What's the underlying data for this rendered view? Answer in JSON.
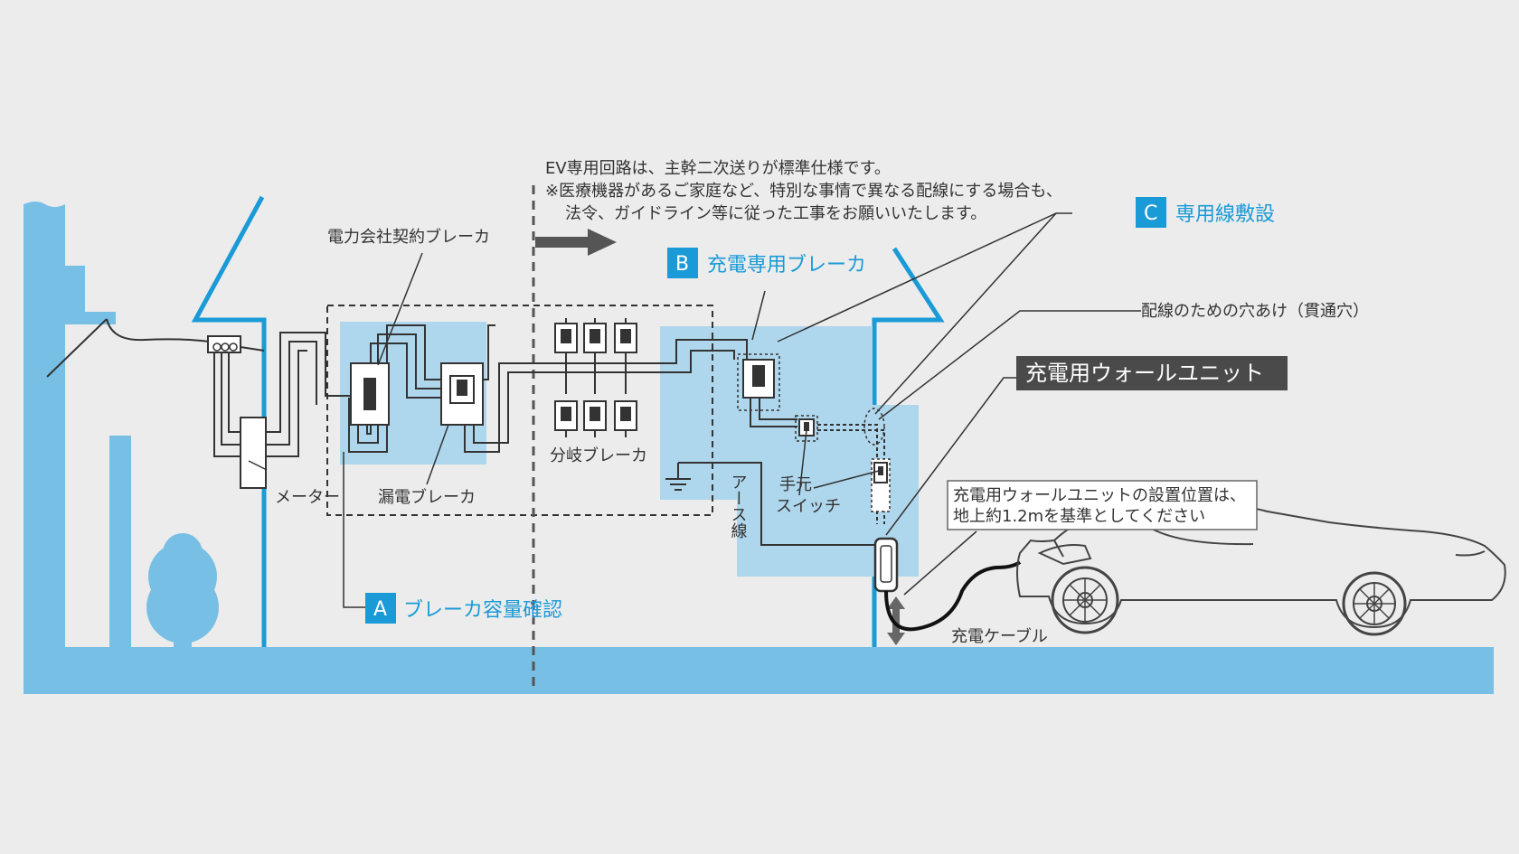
{
  "colors": {
    "background": "#ececec",
    "building_blue": "#78bfe6",
    "accent_blue": "#1a9ad6",
    "highlight_blue": "#aed6ec",
    "wire": "#333333",
    "dark_label_bg": "#4a4a4a"
  },
  "note": {
    "line1": "EV専用回路は、主幹二次送りが標準仕様です。",
    "line2": "※医療機器があるご家庭など、特別な事情で異なる配線にする場合も、",
    "line3": "法令、ガイドライン等に従った工事をお願いいたします。"
  },
  "labels": {
    "contract_breaker": "電力会社契約ブレーカ",
    "meter": "メーター",
    "earth_leakage_breaker": "漏電ブレーカ",
    "branch_breaker": "分岐ブレーカ",
    "earth_wire": "アース線",
    "hand_switch_line1": "手元",
    "hand_switch_line2": "スイッチ",
    "wall_hole": "配線のための穴あけ（貫通穴）",
    "wall_unit": "充電用ウォールユニット",
    "install_note_line1": "充電用ウォールユニットの設置位置は、",
    "install_note_line2": "地上約1.2mを基準としてください",
    "charge_cable": "充電ケーブル"
  },
  "steps": [
    {
      "letter": "A",
      "label": "ブレーカ容量確認"
    },
    {
      "letter": "B",
      "label": "充電専用ブレーカ"
    },
    {
      "letter": "C",
      "label": "専用線敷設"
    }
  ]
}
